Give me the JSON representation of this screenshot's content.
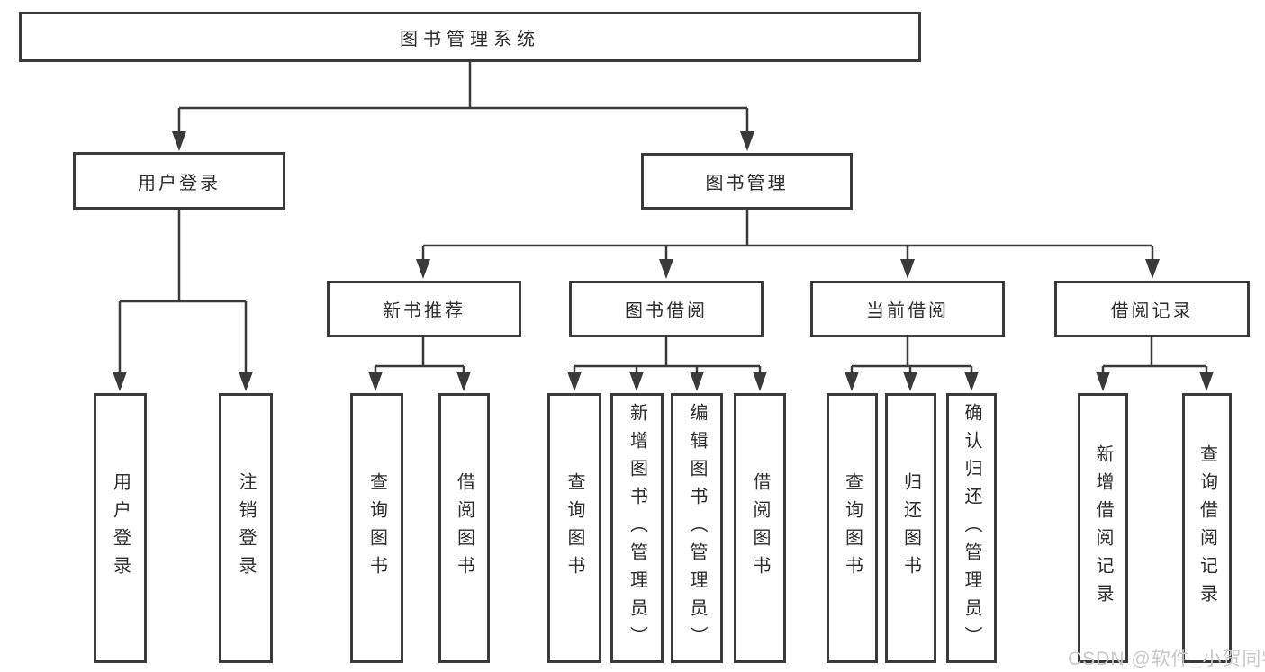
{
  "diagram": {
    "root": {
      "label": "图书管理系统"
    },
    "branches": [
      {
        "label": "用户登录"
      },
      {
        "label": "图书管理"
      }
    ],
    "modules": [
      {
        "label": "新书推荐"
      },
      {
        "label": "图书借阅"
      },
      {
        "label": "当前借阅"
      },
      {
        "label": "借阅记录"
      }
    ],
    "leaves": [
      {
        "label": "用户登录"
      },
      {
        "label": "注销登录"
      },
      {
        "label": "查询图书"
      },
      {
        "label": "借阅图书"
      },
      {
        "label": "查询图书"
      },
      {
        "label": "新增图书（管理员）"
      },
      {
        "label": "编辑图书（管理员）"
      },
      {
        "label": "借阅图书"
      },
      {
        "label": "查询图书"
      },
      {
        "label": "归还图书"
      },
      {
        "label": "确认归还（管理员）"
      },
      {
        "label": "新增借阅记录"
      },
      {
        "label": "查询借阅记录"
      }
    ]
  },
  "watermark": {
    "text": "CSDN @软件_小贺同学"
  },
  "colors": {
    "line": "#3a3a3a",
    "box_border": "#3a3a3a",
    "box_fill": "#ffffff",
    "text": "#2d2d2d",
    "watermark": "#c8c8c8"
  }
}
